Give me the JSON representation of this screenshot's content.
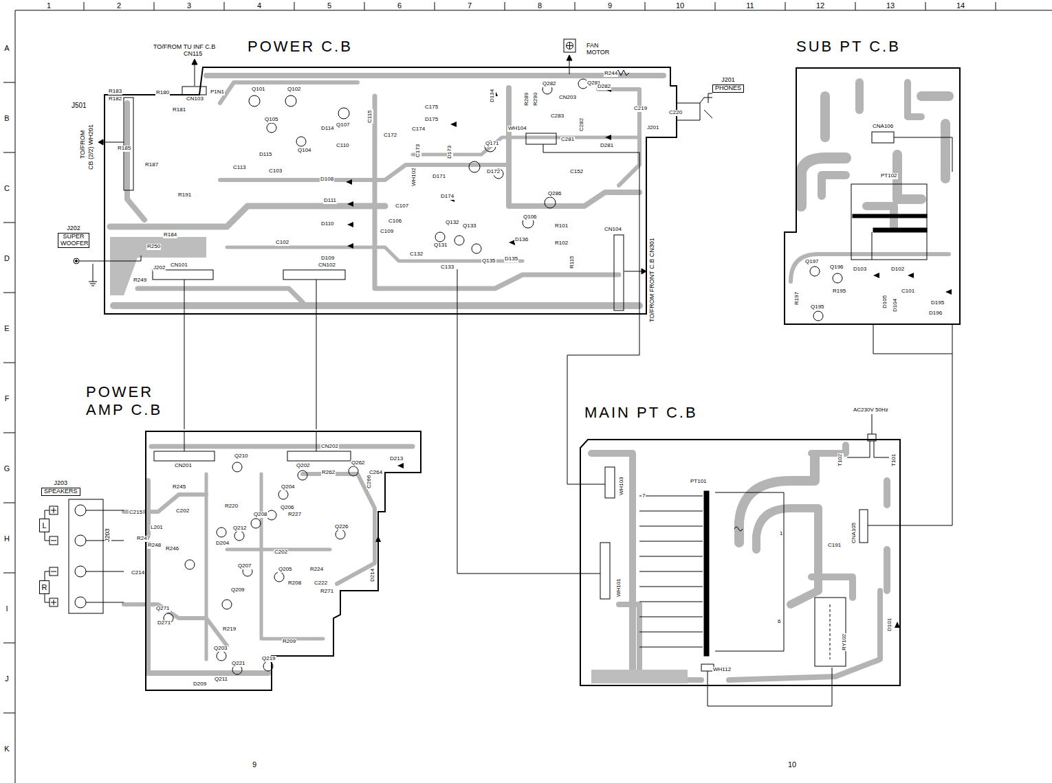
{
  "diagram": {
    "nodes": [
      {
        "text": [
          "POWER C.B"
        ]
      },
      {
        "text": [
          "J202",
          "SUPER WOOFER"
        ]
      },
      {
        "text": [
          "J201",
          "PHONES"
        ]
      },
      {
        "text": [
          "SUB PT C.B"
        ]
      },
      {
        "text": [
          "POWER AMP C.B"
        ]
      },
      {
        "text": [
          "J203",
          "SPEAKERS"
        ]
      },
      {
        "text": [
          "L"
        ]
      },
      {
        "text": [
          "R"
        ]
      },
      {
        "text": [
          "MAIN PT C.B"
        ]
      }
    ],
    "edges": [
      {
        "from": 0,
        "to": 4,
        "arrow": "none"
      },
      {
        "from": 0,
        "to": 4,
        "arrow": "none"
      },
      {
        "from": 0,
        "to": 8,
        "arrow": "none"
      },
      {
        "from": 0,
        "to": 8,
        "arrow": "none"
      },
      {
        "from": 3,
        "to": 8,
        "arrow": "none"
      }
    ],
    "labels": [
      "1",
      "2",
      "3",
      "4",
      "5",
      "6",
      "7",
      "8",
      "9",
      "10",
      "11",
      "12",
      "13",
      "14",
      "A",
      "B",
      "C",
      "D",
      "E",
      "F",
      "G",
      "H",
      "I",
      "J",
      "K",
      "9",
      "10",
      "TO/FROM TU INF C.B",
      "CN115",
      "J501",
      "TO/FROM",
      "CB (2/2) WH201",
      "R180",
      "R181",
      "R183",
      "R182",
      "CN103",
      "P1N1",
      "Q101",
      "Q102",
      "R185",
      "R187",
      "Q105",
      "Q104",
      "D114",
      "D115",
      "C113",
      "Q107",
      "C110",
      "C115",
      "C172",
      "C175",
      "D175",
      "C174",
      "D134",
      "Q171",
      "D172",
      "D171",
      "D173",
      "C173",
      "D174",
      "WH104",
      "Q282",
      "CN203",
      "Q281",
      "R244",
      "D282",
      "C219",
      "C220",
      "J201",
      "D281",
      "C281",
      "C283",
      "C282",
      "R289",
      "R290",
      "C152",
      "C103",
      "D108",
      "D111",
      "D110",
      "D109",
      "R191",
      "R184",
      "C102",
      "WH102",
      "C107",
      "C106",
      "C109",
      "Q131",
      "Q132",
      "Q133",
      "C132",
      "C133",
      "Q135",
      "D135",
      "D136",
      "Q106",
      "Q286",
      "R101",
      "R102",
      "R115",
      "CN104",
      "R250",
      "R249",
      "J202",
      "CN101",
      "CN102",
      "TO/FROM FRONT C.B CN301",
      "FAN MOTOR",
      "CN201",
      "CN202",
      "Q262",
      "C264",
      "D213",
      "R262",
      "Q202",
      "Q204",
      "Q206",
      "Q208",
      "Q210",
      "R220",
      "Q212",
      "D204",
      "R245",
      "C215",
      "L201",
      "C202",
      "R247",
      "R248",
      "R246",
      "C214",
      "Q271",
      "D271",
      "D209",
      "Q203",
      "Q211",
      "Q221",
      "Q219",
      "R219",
      "Q209",
      "Q207",
      "C202",
      "Q205",
      "R224",
      "C222",
      "R227",
      "Q226",
      "R208",
      "R209",
      "D214",
      "R271",
      "J203",
      "C266",
      "WH103",
      "PT101",
      "7",
      "1",
      "6",
      "WH101",
      "WH112",
      "T102",
      "T101",
      "AC230V 50Hz",
      "CNA105",
      "C191",
      "RY102",
      "D101",
      "CNA106",
      "PT102",
      "Q197",
      "Q196",
      "D103",
      "D102",
      "C101",
      "R197",
      "R195",
      "Q195",
      "D195",
      "D196",
      "D105",
      "D104"
    ]
  }
}
